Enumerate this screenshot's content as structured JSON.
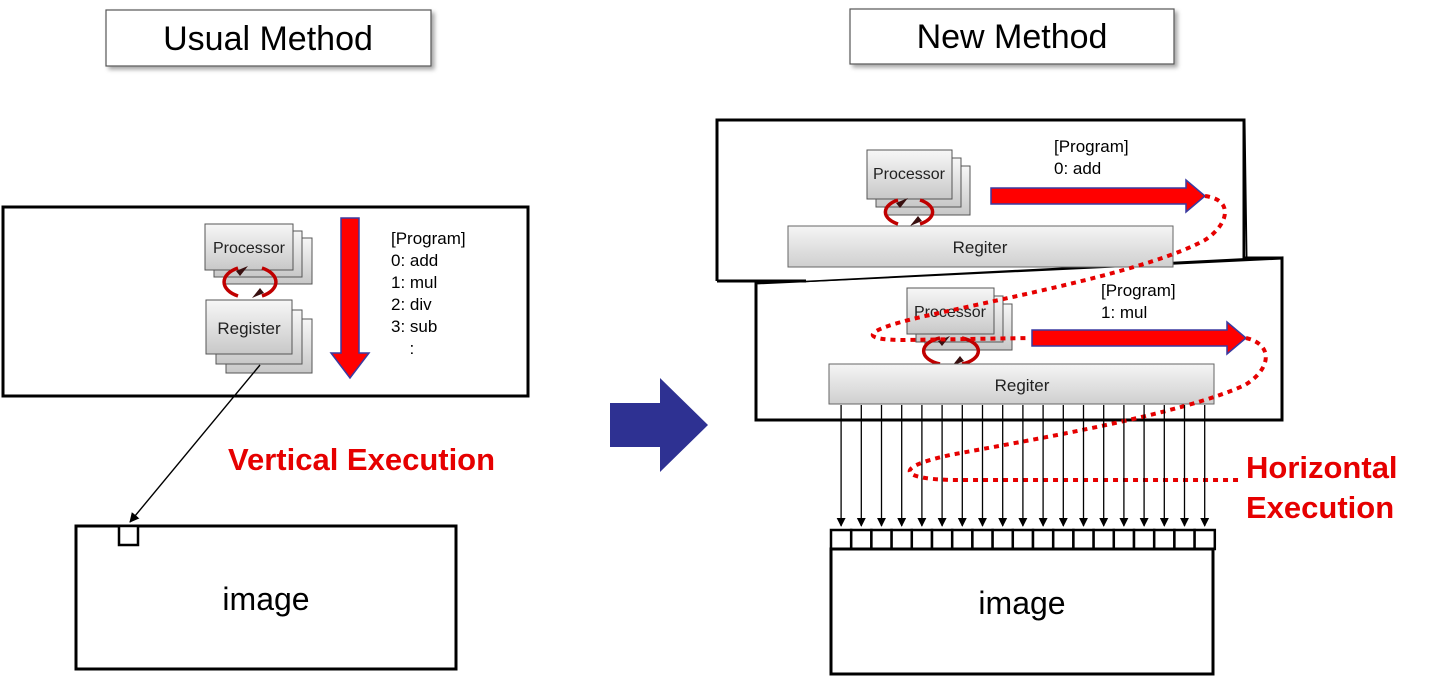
{
  "left": {
    "title": "Usual Method",
    "processor_label": "Processor",
    "register_label": "Register",
    "program_lines": [
      "[Program]",
      "0: add",
      "1: mul",
      "2: div",
      "3: sub",
      "  :"
    ],
    "execution_label": "Vertical Execution",
    "image_label": "image"
  },
  "right": {
    "title": "New Method",
    "upper": {
      "processor_label": "Processor",
      "register_label": "Regiter",
      "program_lines": [
        "[Program]",
        "0: add"
      ]
    },
    "lower": {
      "processor_label": "Processor",
      "register_label": "Regiter",
      "program_lines": [
        "[Program]",
        "1: mul"
      ]
    },
    "execution_label_lines": [
      "Horizontal",
      "Execution"
    ],
    "image_label": "image"
  },
  "colors": {
    "red": "#ff0000",
    "red_label": "#e60000",
    "navy_arrow": "#2e3192",
    "dark_red_cycle": "#c00000"
  }
}
